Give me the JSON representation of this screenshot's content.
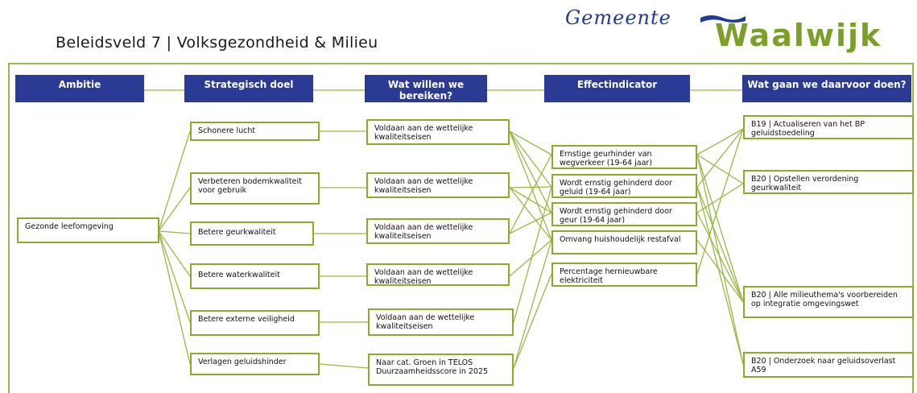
{
  "page_title": "Beleidsveld 7 | Volksgezondheid & Milieu",
  "logo": {
    "top": "Gemeente",
    "main": "Waalwijk"
  },
  "colors": {
    "header_bg": "#2a3a95",
    "node_border": "#8caa2c",
    "line": "#9ab844",
    "logo_blue": "#1f3c93",
    "logo_green": "#7aa02a"
  },
  "headers": {
    "ambitie": "Ambitie",
    "strategisch_doel": "Strategisch doel",
    "wat_bereiken": "Wat willen we bereiken?",
    "effectindicator": "Effectindicator",
    "wat_doen": "Wat gaan we daarvoor doen?"
  },
  "ambitie": "Gezonde leefomgeving",
  "doelen": [
    "Schonere lucht",
    "Verbeteren bodemkwaliteit voor gebruik",
    "Betere geurkwaliteit",
    "Betere waterkwaliteit",
    "Betere externe veiligheid",
    "Verlagen geluidshinder"
  ],
  "bereiken": [
    "Voldaan aan de wettelijke kwaliteitseisen",
    "Voldaan aan de wettelijke kwaliteitseisen",
    "Voldaan aan de wettelijke kwaliteitseisen",
    "Voldaan aan de wettelijke kwaliteitseisen",
    "Voldaan aan de wettelijke kwaliteitseisen",
    "Naar cat. Groen in TELOS Duurzaamheidsscore in 2025"
  ],
  "indicatoren": [
    "Ernstige geurhinder van wegverkeer (19-64 jaar)",
    "Wordt ernstig gehinderd door geluid (19-64 jaar)",
    "Wordt ernstig gehinderd door geur (19-64 jaar)",
    "Omvang huishoudelijk restafval",
    "Percentage hernieuwbare elektriciteit"
  ],
  "acties": [
    "B19 | Actualiseren van het BP geluidstoedeling",
    "B20 | Opstellen verordening geurkwaliteit",
    "B20 | Alle milieuthema's voorbereiden op integratie omgevingswet",
    "B20 | Onderzoek naar geluidsoverlast A59"
  ]
}
